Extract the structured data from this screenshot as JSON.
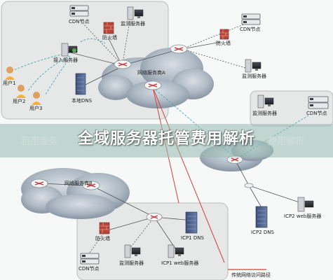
{
  "title": "全域服务器托管费用解析",
  "banner_ghost_text": "租用服务",
  "banner_ghost_text_right": "费用解析",
  "labels": {
    "cdn_top": "CDN节点",
    "monitor_top": "监测服务器",
    "firewall_top": "防火墙",
    "access_server": "接入服务器",
    "user1": "用户1",
    "user2": "用户2",
    "user3": "用户3",
    "local_dns": "本地DNS",
    "provider_a": "网络服务商A",
    "cdn_right_top": "CDN节点",
    "firewall_right": "防火墙",
    "monitor_right_top": "监测服务器",
    "monitor_right_mid": "监测服务器",
    "cdn_right_mid": "CDN节点",
    "provider_b": "网络服务商B",
    "icp2_dns": "ICP2 DNS",
    "icp2_web": "ICP2 web服务器",
    "icp1_dns": "ICP1 DNS",
    "firewall_bottom": "防火墙",
    "monitor_bottom": "监测服务器",
    "icp1_web": "ICP1 web服务器",
    "cdn_bottom": "CDN节点",
    "legend_path": "传统网络访问路径"
  },
  "colors": {
    "cloud": "#8f9dad",
    "region": "#e4e6e6",
    "accent_red": "#d1403a",
    "accent_teal": "#3aa8b8",
    "router": "#d9a4a4",
    "banner_text": "#ffffff"
  },
  "icons": [
    "router-icon",
    "server-icon",
    "firewall-icon",
    "user-icon",
    "dns-server-icon",
    "cloud-icon"
  ]
}
